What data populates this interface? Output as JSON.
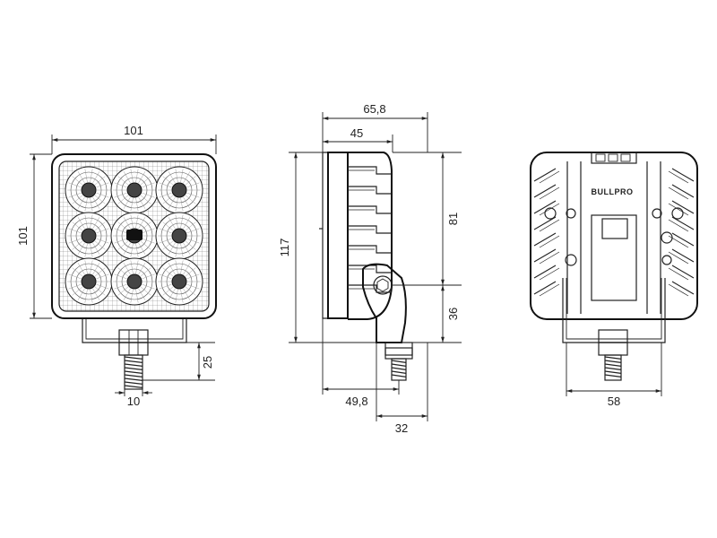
{
  "brand": {
    "logo_text": "BULLPRO"
  },
  "front_view": {
    "width_label": "101",
    "height_label": "101",
    "bracket_height_label": "25",
    "bolt_width_label": "10"
  },
  "side_view": {
    "total_depth_label": "65,8",
    "housing_depth_label": "45",
    "total_height_label": "117",
    "upper_height_label": "81",
    "lower_height_label": "36",
    "mount_offset_label": "49,8",
    "bracket_depth_label": "32"
  },
  "rear_view": {
    "bracket_width_label": "58"
  }
}
